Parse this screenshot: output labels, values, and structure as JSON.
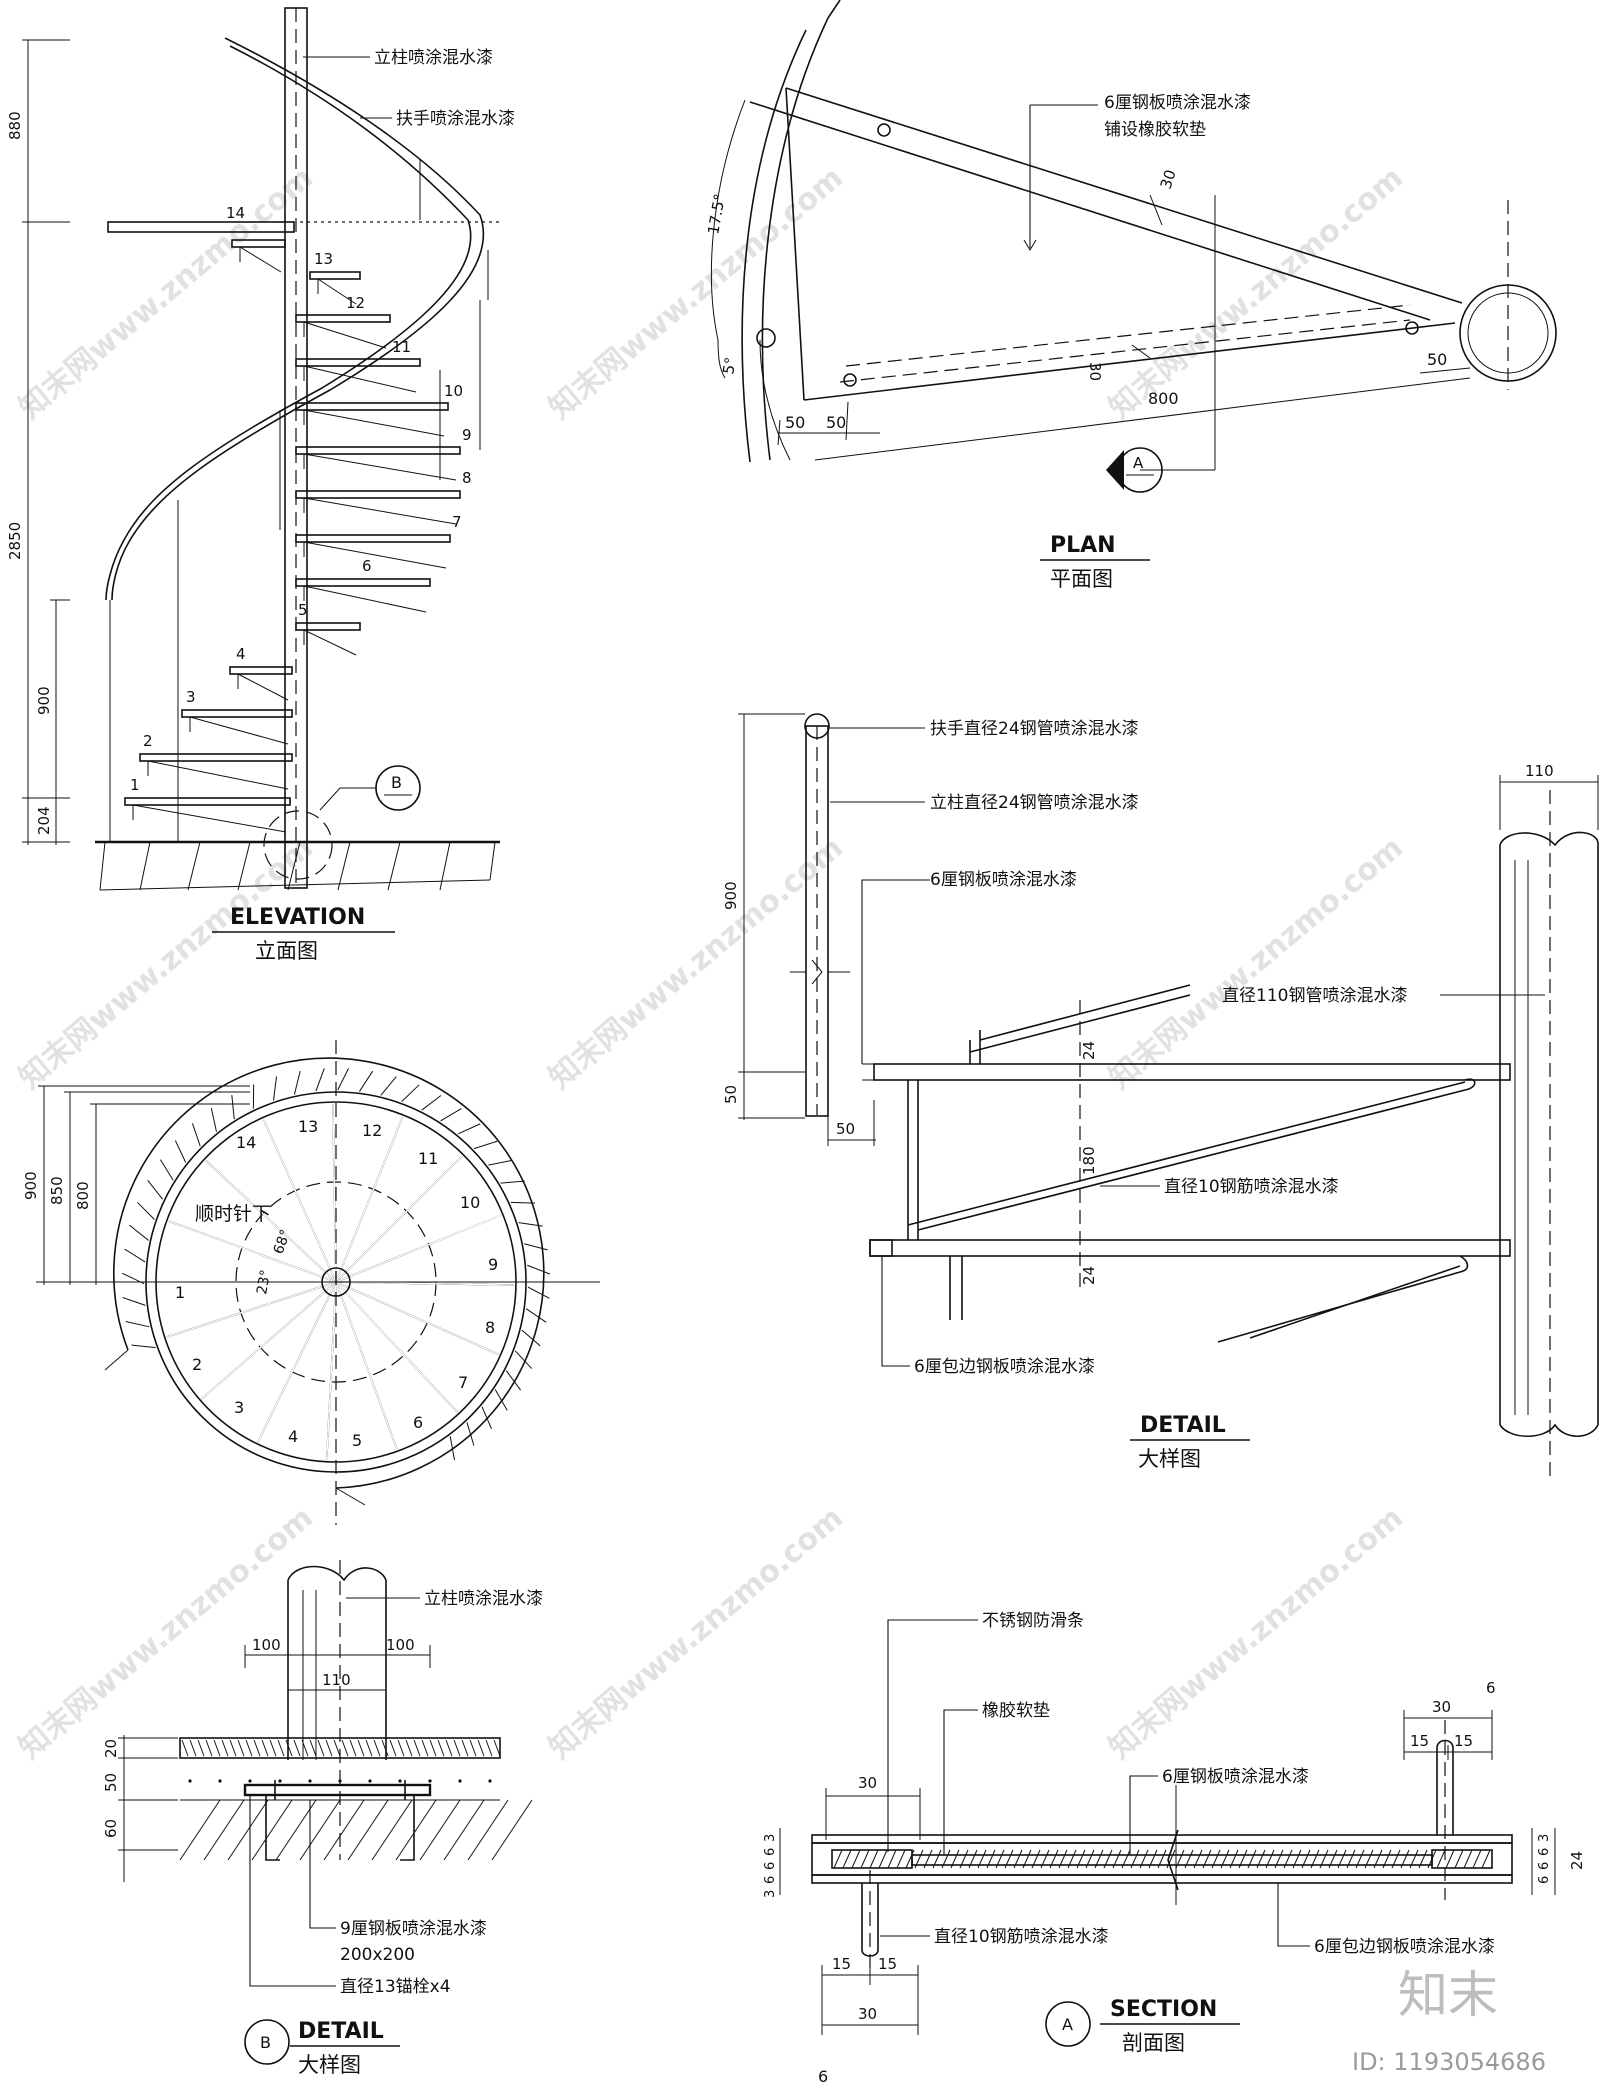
{
  "elevation": {
    "title_en": "ELEVATION",
    "title_cn": "立面图",
    "note_column": "立柱喷涂混水漆",
    "note_handrail": "扶手喷涂混水漆",
    "dim_880": "880",
    "dim_2850": "2850",
    "dim_900": "900",
    "dim_204": "204",
    "section_marker": "B",
    "steps": [
      "1",
      "2",
      "3",
      "4",
      "5",
      "6",
      "7",
      "8",
      "9",
      "10",
      "11",
      "12",
      "13",
      "14"
    ]
  },
  "plan_circle": {
    "direction_note": "顺时针下",
    "angle_68": "68°",
    "angle_23": "23°",
    "dim_900": "900",
    "dim_850": "850",
    "dim_800": "800",
    "steps": [
      "1",
      "2",
      "3",
      "4",
      "5",
      "6",
      "7",
      "8",
      "9",
      "10",
      "11",
      "12",
      "13",
      "14"
    ]
  },
  "plan": {
    "title_en": "PLAN",
    "title_cn": "平面图",
    "note_plate_1": "6厘钢板喷涂混水漆",
    "note_plate_2": "铺设橡胶软垫",
    "angle_17_5": "17.5°",
    "angle_5": "5°",
    "dim_30a": "30",
    "dim_30b": "30",
    "dim_50a": "50",
    "dim_50b": "50",
    "dim_50c": "50",
    "dim_800": "800",
    "section_marker": "A"
  },
  "detail_tread": {
    "title_en": "DETAIL",
    "title_cn": "大样图",
    "note_handrail": "扶手直径24钢管喷涂混水漆",
    "note_post": "立柱直径24钢管喷涂混水漆",
    "note_plate": "6厘钢板喷涂混水漆",
    "note_column": "直径110钢管喷涂混水漆",
    "note_rebar": "直径10钢筋喷涂混水漆",
    "note_edge": "6厘包边钢板喷涂混水漆",
    "dim_110": "110",
    "dim_900": "900",
    "dim_50v": "50",
    "dim_50h": "50",
    "dim_24a": "24",
    "dim_180": "180",
    "dim_24b": "24"
  },
  "detail_base": {
    "title_en": "DETAIL",
    "title_cn": "大样图",
    "marker": "B",
    "note_column": "立柱喷涂混水漆",
    "note_plate_1": "9厘钢板喷涂混水漆",
    "note_plate_2": "200x200",
    "note_bolt": "直径13锚栓x4",
    "dim_100a": "100",
    "dim_100b": "100",
    "dim_110": "110",
    "dim_20": "20",
    "dim_50": "50",
    "dim_60": "60"
  },
  "section": {
    "title_en": "SECTION",
    "title_cn": "剖面图",
    "marker": "A",
    "note_strip": "不锈钢防滑条",
    "note_pad": "橡胶软垫",
    "note_plate": "6厘钢板喷涂混水漆",
    "note_rebar": "直径10钢筋喷涂混水漆",
    "note_edge": "6厘包边钢板喷涂混水漆",
    "dim_30_top": "30",
    "dim_6_top": "6",
    "dim_15a": "15",
    "dim_15b": "15",
    "dim_30_left": "30",
    "dim_l3": "3",
    "dim_l6a": "6",
    "dim_l6b": "6",
    "dim_l6c": "6",
    "dim_l3b": "3",
    "dim_r3": "3",
    "dim_r6a": "6",
    "dim_r6b": "6",
    "dim_r6c": "6",
    "dim_24": "24",
    "dim_15c": "15",
    "dim_15d": "15",
    "dim_30_bottom": "30"
  },
  "page_number": "6",
  "brand": {
    "logo_text": "知末",
    "id_text": "ID: 1193054686",
    "watermark": "知末网www.znzmo.com"
  }
}
